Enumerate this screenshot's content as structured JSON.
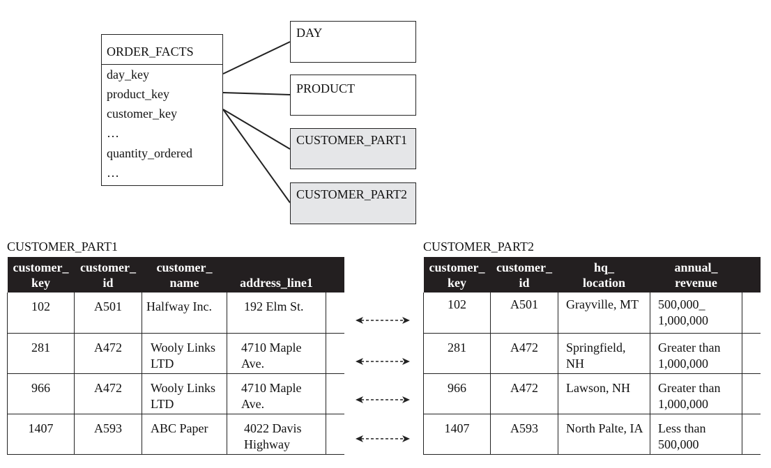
{
  "fact_table": {
    "title": "ORDER_FACTS",
    "fields": [
      "day_key",
      "product_key",
      "customer_key",
      "…",
      "quantity_ordered",
      "…"
    ]
  },
  "dimensions": {
    "day": "DAY",
    "product": "PRODUCT",
    "customer_part1": "CUSTOMER_PART1",
    "customer_part2": "CUSTOMER_PART2"
  },
  "colors": {
    "header_bg": "#231f20",
    "shaded_box": "#e5e6e8",
    "line": "#222222"
  },
  "customer_part1": {
    "caption": "CUSTOMER_PART1",
    "headers": [
      [
        "customer_",
        "key"
      ],
      [
        "customer_",
        "id"
      ],
      [
        "customer_",
        "name"
      ],
      [
        "",
        "address_line1"
      ]
    ],
    "rows": [
      [
        "102",
        "A501",
        "Halfway Inc.",
        "192 Elm St."
      ],
      [
        "281",
        "A472",
        "Wooly Links LTD",
        "4710 Maple Ave."
      ],
      [
        "966",
        "A472",
        "Wooly Links LTD",
        "4710 Maple Ave."
      ],
      [
        "1407",
        "A593",
        "ABC Paper",
        "4022 Davis Highway"
      ]
    ]
  },
  "customer_part2": {
    "caption": "CUSTOMER_PART2",
    "headers": [
      [
        "customer_",
        "key"
      ],
      [
        "customer_",
        "id"
      ],
      [
        "hq_",
        "location"
      ],
      [
        "annual_",
        "revenue"
      ]
    ],
    "rows": [
      [
        "102",
        "A501",
        "Grayville, MT",
        "500,000_ 1,000,000"
      ],
      [
        "281",
        "A472",
        "Springfield, NH",
        "Greater than 1,000,000"
      ],
      [
        "966",
        "A472",
        "Lawson, NH",
        "Greater than 1,000,000"
      ],
      [
        "1407",
        "A593",
        "North Palte, IA",
        "Less than 500,000"
      ]
    ]
  }
}
